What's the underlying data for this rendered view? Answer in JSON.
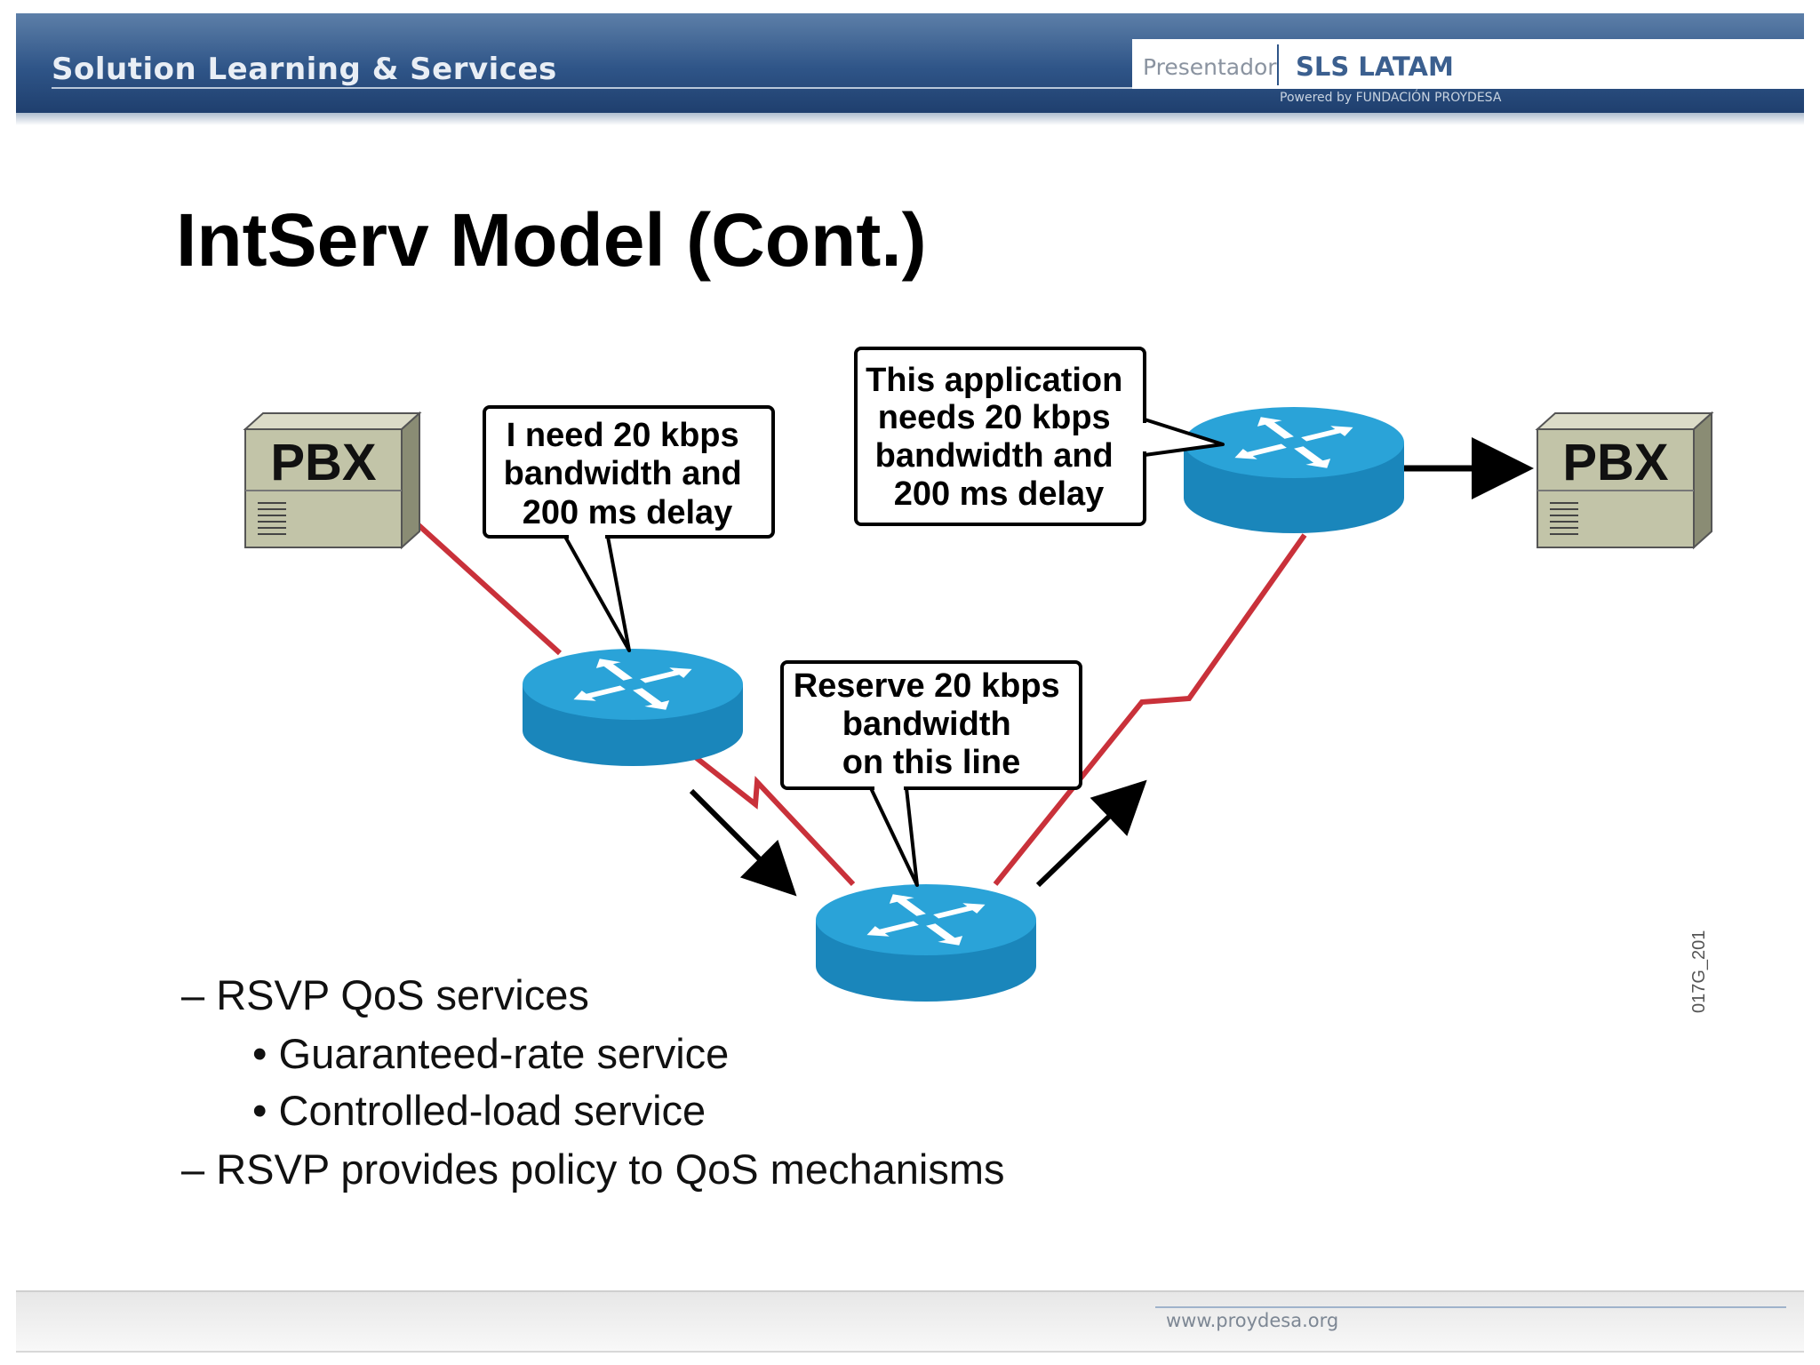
{
  "header": {
    "title": "Solution Learning & Services",
    "presenter_label": "Presentador",
    "brand": "SLS LATAM",
    "powered_by": "Powered by FUNDACIÓN PROYDESA"
  },
  "slide": {
    "title": "IntServ Model (Cont.)"
  },
  "diagram": {
    "pbx_left_label": "PBX",
    "pbx_right_label": "PBX",
    "callout_left": [
      "I need 20 kbps",
      "bandwidth and",
      "200 ms delay"
    ],
    "callout_middle": [
      "Reserve 20 kbps",
      "bandwidth",
      "on this line"
    ],
    "callout_right": [
      "This application",
      "needs 20 kbps",
      "bandwidth and",
      "200 ms delay"
    ],
    "figure_id": "017G_201"
  },
  "bullets": {
    "item1": "–   RSVP QoS services",
    "sub1": "•   Guaranteed-rate service",
    "sub2": "•   Controlled-load service",
    "item2": "– RSVP provides policy to QoS mechanisms"
  },
  "footer": {
    "url": "www.proydesa.org"
  },
  "colors": {
    "header_blue": "#2f5588",
    "router_blue": "#1a8fc4",
    "link_red": "#c9313a",
    "pbx_tan": "#c2c4a8"
  }
}
